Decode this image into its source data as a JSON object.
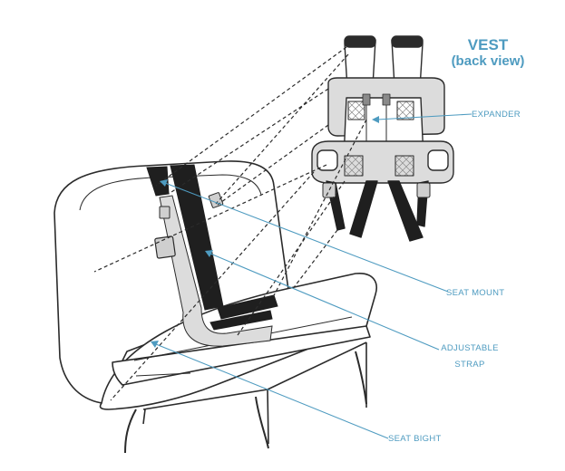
{
  "title": {
    "main": "VEST",
    "sub": "(back view)"
  },
  "labels": {
    "expander": "EXPANDER",
    "seat_mount": "SEAT MOUNT",
    "adjustable_strap_line1": "ADJUSTABLE",
    "adjustable_strap_line2": "STRAP",
    "seat_bight": "SEAT BIGHT"
  },
  "colors": {
    "label": "#4e9bc0",
    "outline": "#2b2b2b",
    "strap": "#1f1f1f",
    "vest_fill": "#dcdcdc",
    "background": "#ffffff"
  }
}
